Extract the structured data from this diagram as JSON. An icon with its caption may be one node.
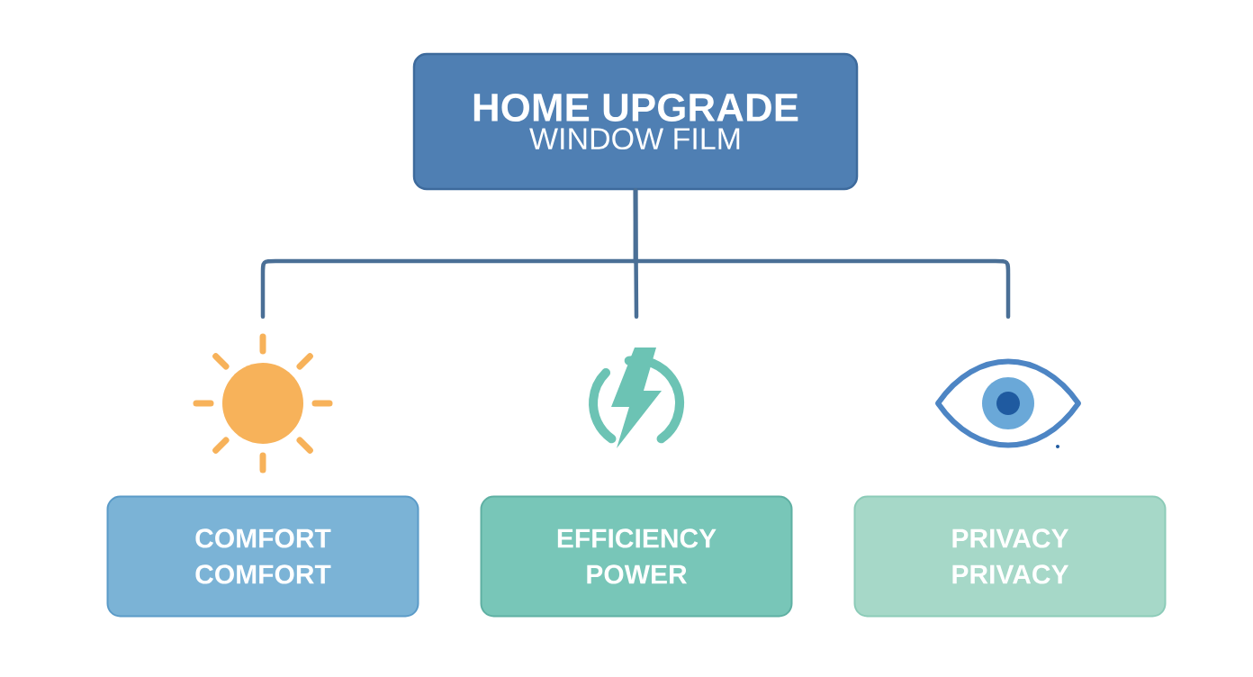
{
  "diagram": {
    "nodes": [
      {
        "text": [
          "HOME UPGRADE",
          "WINDOW FILM"
        ]
      },
      {
        "text": [],
        "shape": "sun"
      },
      {
        "text": [],
        "shape": "bolt"
      },
      {
        "text": [],
        "shape": "eye"
      },
      {
        "text": [
          "COMFORT",
          "COMFORT"
        ]
      },
      {
        "text": [
          "EFFICIENCY",
          "POWER"
        ]
      },
      {
        "text": [
          "PRIVACY",
          "PRIVACY"
        ]
      }
    ],
    "edges": [
      {
        "from": 0,
        "to": 1,
        "arrow": "none"
      },
      {
        "from": 0,
        "to": 2,
        "arrow": "none"
      },
      {
        "from": 0,
        "to": 3,
        "arrow": "none"
      }
    ]
  }
}
